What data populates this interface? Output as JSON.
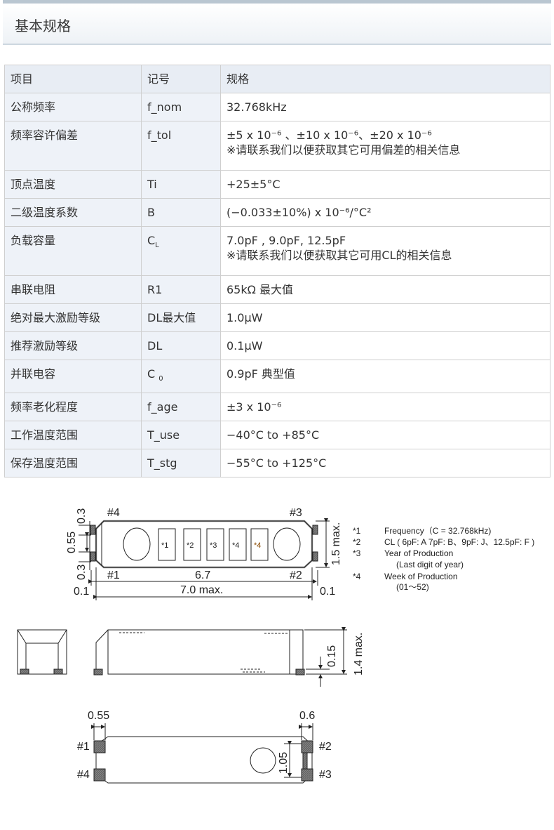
{
  "header": {
    "title": "基本规格"
  },
  "table": {
    "headers": [
      "项目",
      "记号",
      "规格"
    ],
    "rows": [
      {
        "item": "公称频率",
        "symbol": "f_nom",
        "spec": "32.768kHz"
      },
      {
        "item": "频率容许偏差",
        "symbol": "f_tol",
        "spec": "±5 x 10⁻⁶ 、±10 x 10⁻⁶、±20 x 10⁻⁶",
        "note": "※请联系我们以便获取其它可用偏差的相关信息"
      },
      {
        "item": "顶点温度",
        "symbol": "Ti",
        "spec": "+25±5°C"
      },
      {
        "item": "二级温度系数",
        "symbol": "B",
        "spec": "(−0.033±10%) x 10⁻⁶/°C²"
      },
      {
        "item": "负载容量",
        "symbol": "C",
        "symbol_sub": "L",
        "spec": "7.0pF , 9.0pF, 12.5pF",
        "note": "※请联系我们以便获取其它可用CL的相关信息"
      },
      {
        "item": "串联电阻",
        "symbol": "R1",
        "spec": "65kΩ 最大值"
      },
      {
        "item": "绝对最大激励等级",
        "symbol": "DL最大值",
        "spec": "1.0μW"
      },
      {
        "item": "推荐激励等级",
        "symbol": "DL",
        "spec": "0.1μW"
      },
      {
        "item": "并联电容",
        "symbol": "C ",
        "symbol_sub": "0",
        "spec": "0.9pF 典型值"
      },
      {
        "item": "频率老化程度",
        "symbol": "f_age",
        "spec": "±3 x 10⁻⁶"
      },
      {
        "item": "工作温度范围",
        "symbol": "T_use",
        "spec": "−40°C to +85°C"
      },
      {
        "item": "保存温度范围",
        "symbol": "T_stg",
        "spec": "−55°C to +125°C"
      }
    ]
  },
  "drawing": {
    "top": {
      "pins": [
        "#4",
        "#3",
        "#1",
        "#2"
      ],
      "marks": [
        "*1",
        "*2",
        "*3",
        "*4",
        "*4"
      ],
      "dims": {
        "top_pad": "0.3",
        "mid": "0.55",
        "bot_pad": "0.3",
        "inner": "6.7",
        "total": "7.0 max.",
        "left_gap": "0.1",
        "right_gap": "0.1",
        "height": "1.5 max."
      }
    },
    "notes": [
      {
        "key": "*1",
        "text": "Frequency（C = 32.768kHz)"
      },
      {
        "key": "*2",
        "text": "CL ( 6pF: A  7pF: B、9pF: J、12.5pF: F )"
      },
      {
        "key": "*3",
        "text": "Year of Production",
        "sub": "(Last digit of year)"
      },
      {
        "key": "*4",
        "text": "Week of Production",
        "sub": "(01～52)"
      }
    ],
    "side": {
      "dims": {
        "standoff": "0.15",
        "height": "1.4 max."
      }
    },
    "bottom": {
      "pins": [
        "#1",
        "#4",
        "#2",
        "#3"
      ],
      "dims": {
        "left_pad": "0.55",
        "right_pad": "0.6",
        "pad_pitch": "1.05"
      }
    }
  }
}
